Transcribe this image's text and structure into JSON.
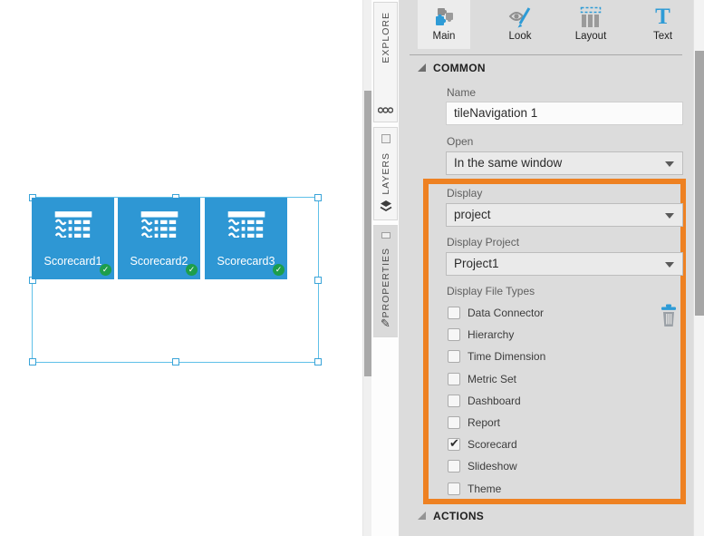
{
  "colors": {
    "accent-orange": "#ee8122",
    "tile-blue": "#2e97d4",
    "icon-blue": "#2e9bd6",
    "check-green": "#1d9e4b",
    "selection-blue": "#5fc0e8",
    "panel-bg": "#dcdcdc"
  },
  "canvas": {
    "tiles": [
      {
        "label": "Scorecard1",
        "icon": "scorecard-icon",
        "badge": "check-badge",
        "badge_glyph": "✓"
      },
      {
        "label": "Scorecard2",
        "icon": "scorecard-icon",
        "badge": "check-badge",
        "badge_glyph": "✓"
      },
      {
        "label": "Scorecard3",
        "icon": "scorecard-icon",
        "badge": "check-badge",
        "badge_glyph": "✓"
      }
    ]
  },
  "side_tabs": [
    {
      "label": "EXPLORE",
      "icon": "metric-set-icon",
      "selected": false
    },
    {
      "label": "LAYERS",
      "icon": "layers-icon",
      "selected": false
    },
    {
      "label": "PROPERTIES",
      "icon": "pencil-icon",
      "selected": true
    }
  ],
  "toolbar": {
    "tabs": [
      {
        "label": "Main",
        "icon": "puzzle-icon",
        "selected": true
      },
      {
        "label": "Look",
        "icon": "eye-pen-icon",
        "selected": false
      },
      {
        "label": "Layout",
        "icon": "columns-icon",
        "selected": false
      },
      {
        "label": "Text",
        "icon": "text-icon",
        "selected": false
      }
    ],
    "text_icon_glyph": "T"
  },
  "properties": {
    "common": {
      "title": "COMMON",
      "name": {
        "label": "Name",
        "value": "tileNavigation 1"
      },
      "open": {
        "label": "Open",
        "value": "In the same window"
      },
      "display": {
        "label": "Display",
        "value": "project"
      },
      "display_project": {
        "label": "Display Project",
        "value": "Project1"
      },
      "file_types": {
        "label": "Display File Types",
        "options": [
          {
            "label": "Data Connector",
            "checked": false
          },
          {
            "label": "Hierarchy",
            "checked": false
          },
          {
            "label": "Time Dimension",
            "checked": false
          },
          {
            "label": "Metric Set",
            "checked": false
          },
          {
            "label": "Dashboard",
            "checked": false
          },
          {
            "label": "Report",
            "checked": false
          },
          {
            "label": "Scorecard",
            "checked": true
          },
          {
            "label": "Slideshow",
            "checked": false
          },
          {
            "label": "Theme",
            "checked": false
          }
        ]
      }
    },
    "actions": {
      "title": "ACTIONS"
    }
  }
}
